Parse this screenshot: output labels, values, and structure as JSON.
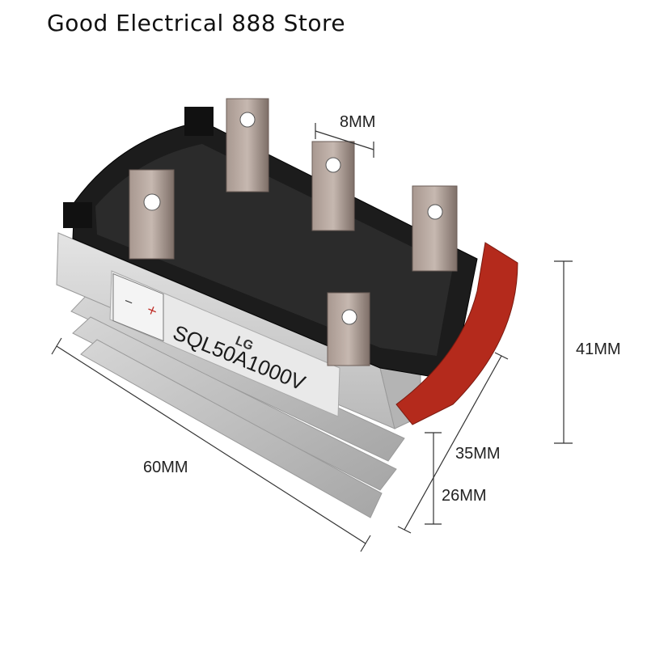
{
  "store": {
    "title": "Good Electrical 888 Store"
  },
  "dimensions": {
    "width_top": "8MM",
    "height_total": "41MM",
    "height_body": "35MM",
    "height_base": "26MM",
    "length": "60MM"
  },
  "product": {
    "model_label": "SQL50A1000V",
    "logo_text": "LG",
    "polarity_minus": "−",
    "polarity_plus": "+"
  },
  "colors": {
    "aluminum": "#c9c9c9",
    "black_case": "#1a1a1a",
    "red_cap": "#b42a1c",
    "terminal": "#9a8a82"
  }
}
